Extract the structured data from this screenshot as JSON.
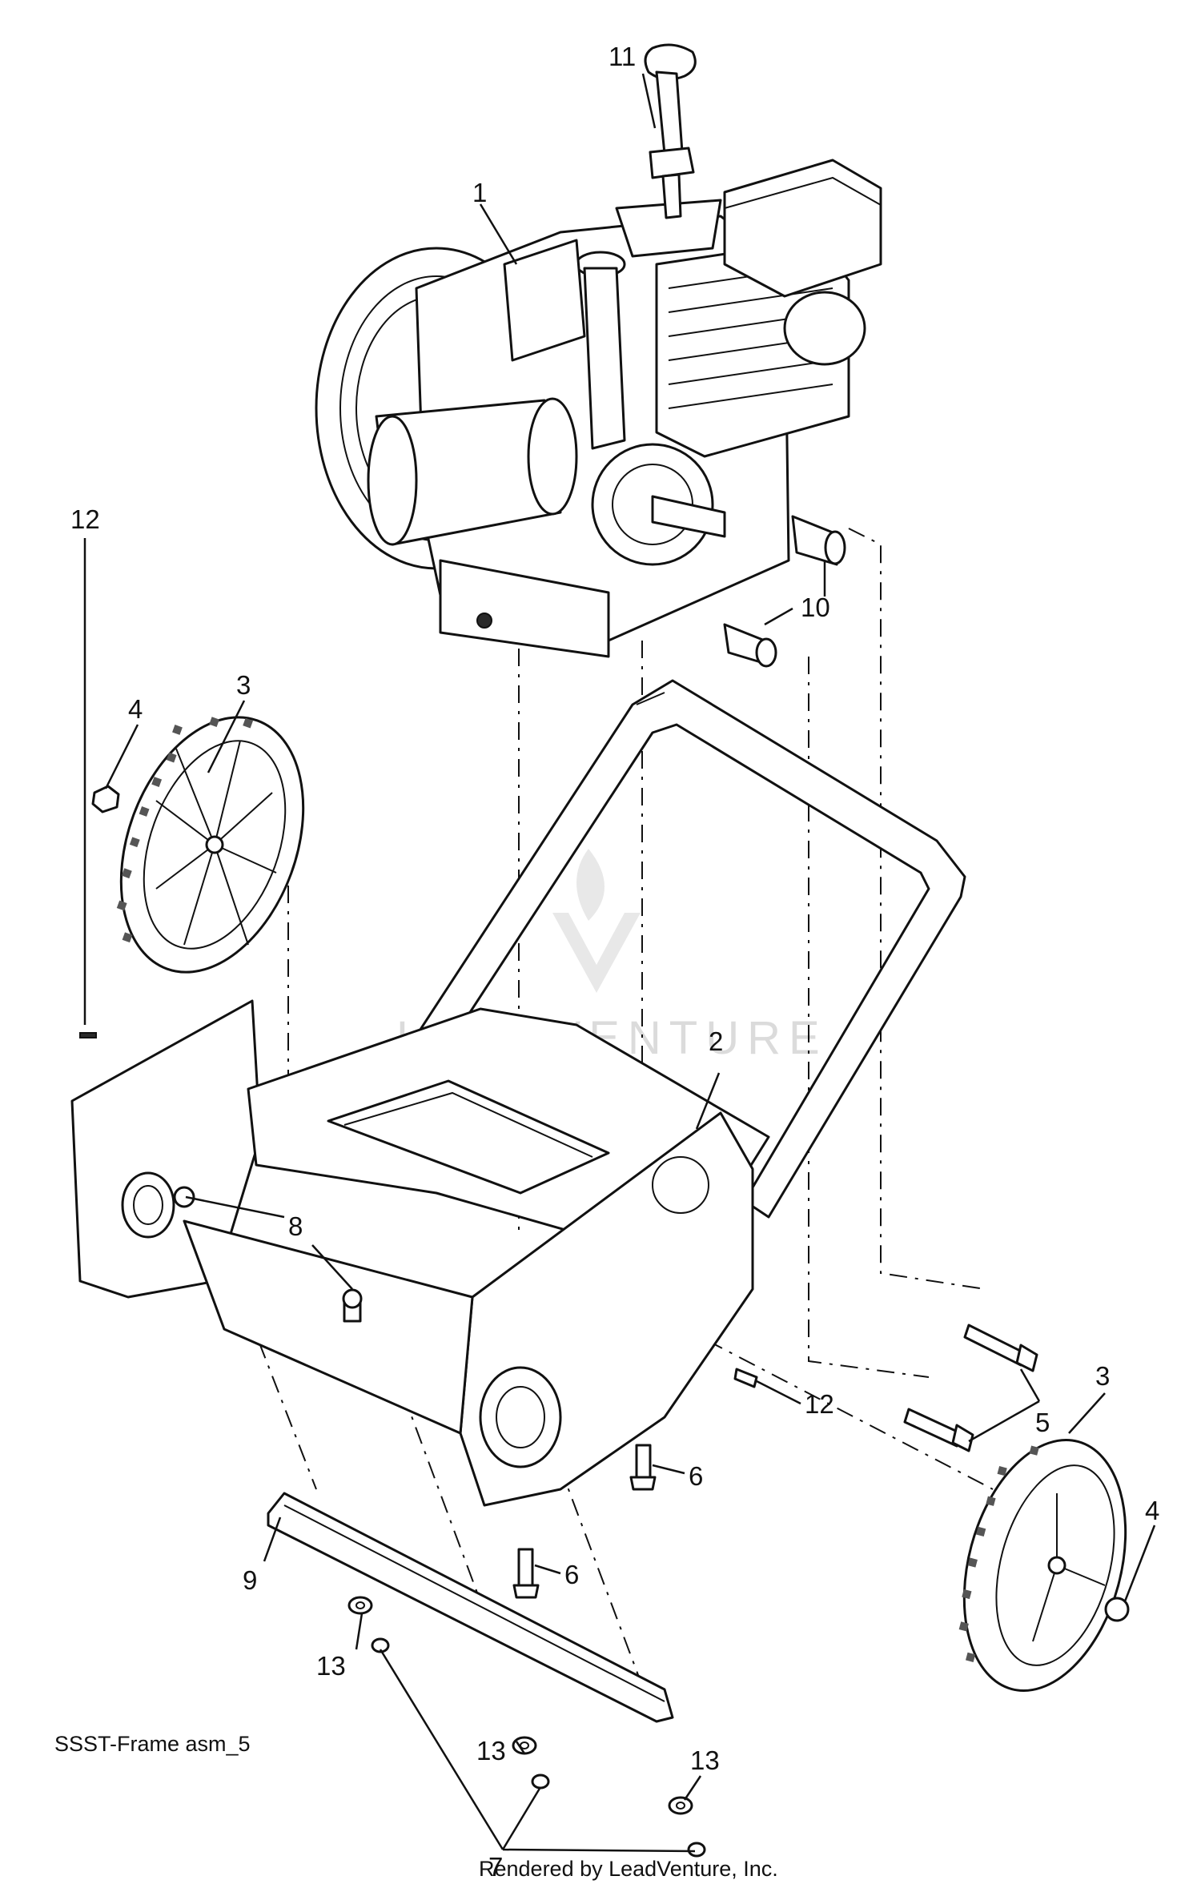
{
  "diagram": {
    "callouts": [
      "1",
      "2",
      "3",
      "4",
      "5",
      "6",
      "7",
      "8",
      "9",
      "10",
      "11",
      "12",
      "13"
    ],
    "caption": "SSST-Frame asm_5",
    "footer": "Rendered by LeadVenture, Inc.",
    "watermark": "LEADVENTURE"
  }
}
